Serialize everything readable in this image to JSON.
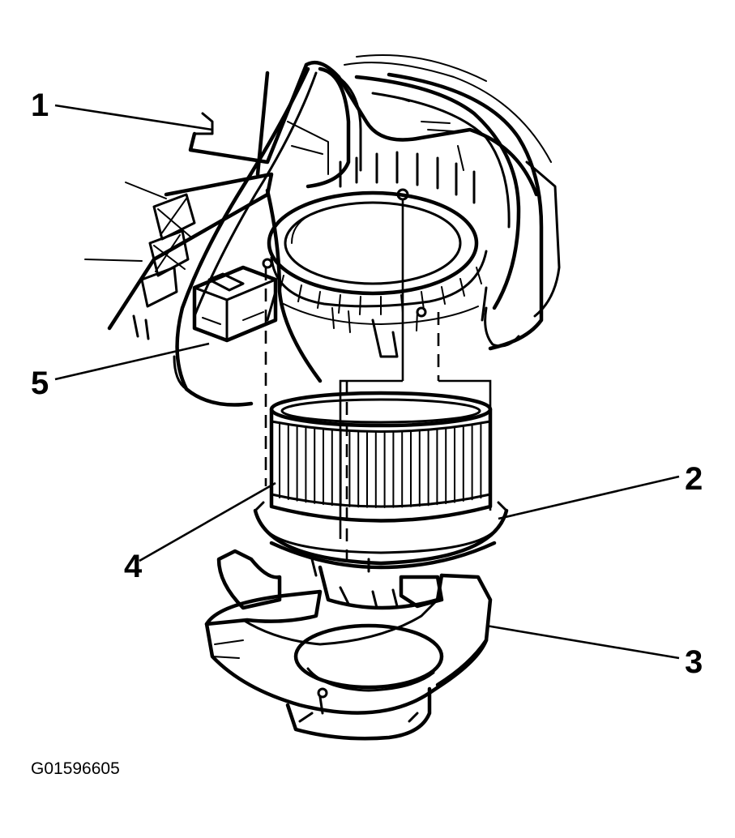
{
  "figure": {
    "id_label": "G01596605",
    "callouts": [
      {
        "num": "1"
      },
      {
        "num": "2"
      },
      {
        "num": "3"
      },
      {
        "num": "4"
      },
      {
        "num": "5"
      }
    ]
  },
  "colors": {
    "ink": "#000000",
    "paper": "#ffffff"
  }
}
